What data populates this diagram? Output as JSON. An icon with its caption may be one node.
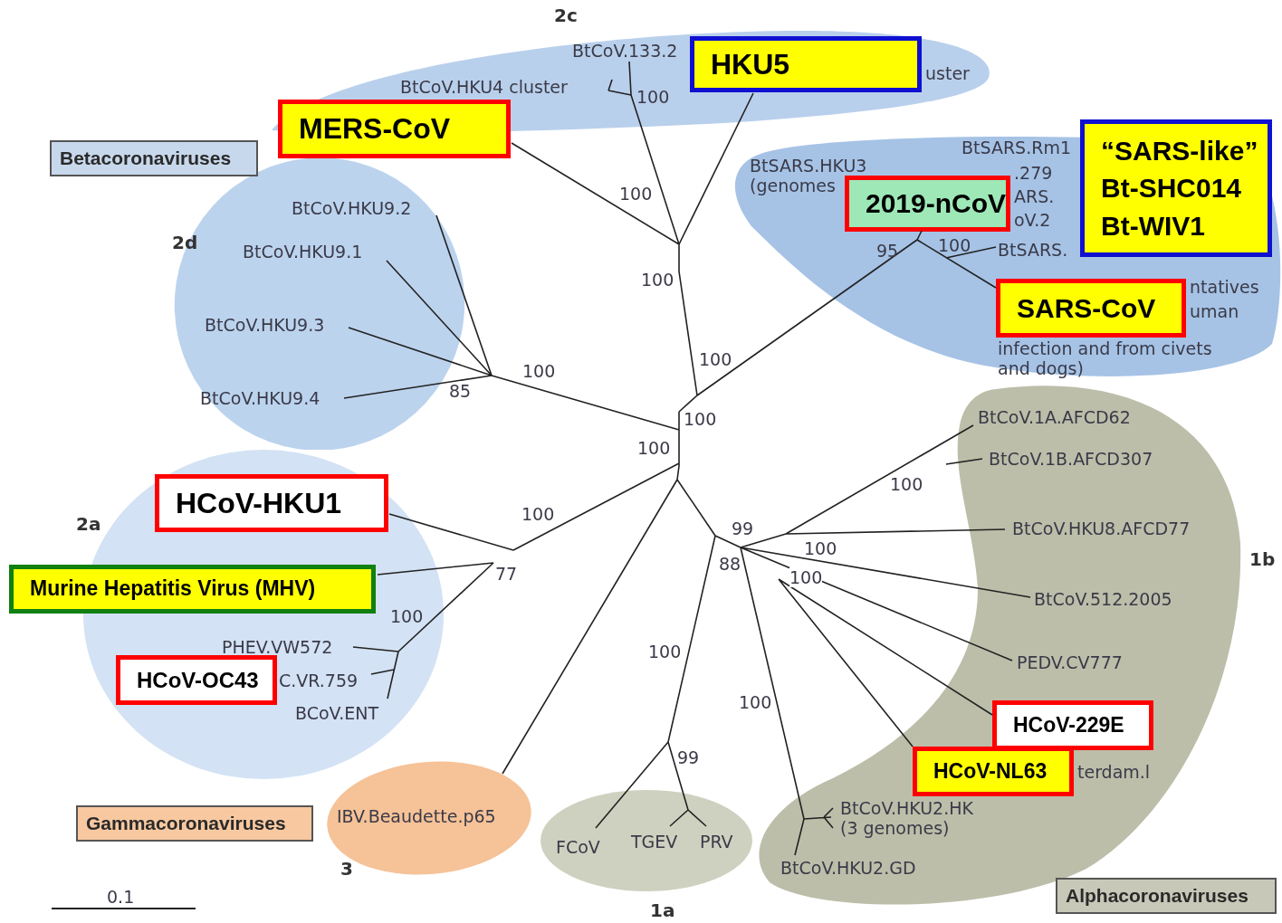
{
  "diagram": {
    "nodes": [
      {
        "text": [
          "Betacoronaviruses"
        ]
      },
      {
        "text": [
          "BtCoV.133.2",
          "BtCoV.HKU4 cluster",
          "uster"
        ],
        "beside": [
          "2c"
        ]
      },
      {
        "text": [
          "HKU5"
        ],
        "in": 1
      },
      {
        "text": [
          "MERS-CoV"
        ]
      },
      {
        "text": [
          "BtSARS.HKU3 (genomes",
          "BtSARS.Rm1",
          ".279",
          "ARS.",
          "oV.2",
          "BtSARS.",
          "ntatives",
          "uman",
          "infection and from civets",
          "and dogs)"
        ]
      },
      {
        "text": [
          "2019-nCoV"
        ],
        "in": 4
      },
      {
        "text": [
          "“SARS-like”",
          "Bt-SHC014",
          "Bt-WIV1"
        ],
        "in": 4
      },
      {
        "text": [
          "SARS-CoV"
        ],
        "in": 4
      },
      {
        "text": [
          "BtCoV.HKU9.2",
          "BtCoV.HKU9.1",
          "BtCoV.HKU9.3",
          "BtCoV.HKU9.4"
        ],
        "beside": [
          "2d"
        ]
      },
      {
        "text": [
          "PHEV.VW572",
          "C.VR.759",
          "BCoV.ENT"
        ],
        "beside": [
          "2a"
        ]
      },
      {
        "text": [
          "HCoV-HKU1"
        ],
        "in": 9
      },
      {
        "text": [
          "Murine Hepatitis Virus (MHV)"
        ]
      },
      {
        "text": [
          "HCoV-OC43"
        ],
        "in": 9
      },
      {
        "text": [
          "Gammacoronaviruses"
        ]
      },
      {
        "text": [
          "IBV.Beaudette.p65"
        ],
        "beside": [
          "3"
        ]
      },
      {
        "text": [
          "FCoV",
          "TGEV",
          "PRV"
        ],
        "beside": [
          "1a"
        ]
      },
      {
        "text": [
          "BtCoV.1A.AFCD62",
          "BtCoV.1B.AFCD307",
          "BtCoV.HKU8.AFCD77",
          "BtCoV.512.2005",
          "PEDV.CV777",
          "terdam.l",
          "BtCoV.HKU2.HK (3 genomes)",
          "BtCoV.HKU2.GD"
        ],
        "beside": [
          "1b"
        ]
      },
      {
        "text": [
          "HCoV-229E"
        ],
        "in": 16
      },
      {
        "text": [
          "HCoV-NL63"
        ],
        "in": 16
      },
      {
        "text": [
          "Alphacoronaviruses"
        ]
      }
    ],
    "labels": [
      "100",
      "100",
      "100",
      "100",
      "95",
      "100",
      "100",
      "85",
      "100",
      "100",
      "100",
      "100",
      "99",
      "100",
      "88",
      "77",
      "100",
      "100",
      "100",
      "100",
      "99",
      "0.1"
    ]
  }
}
